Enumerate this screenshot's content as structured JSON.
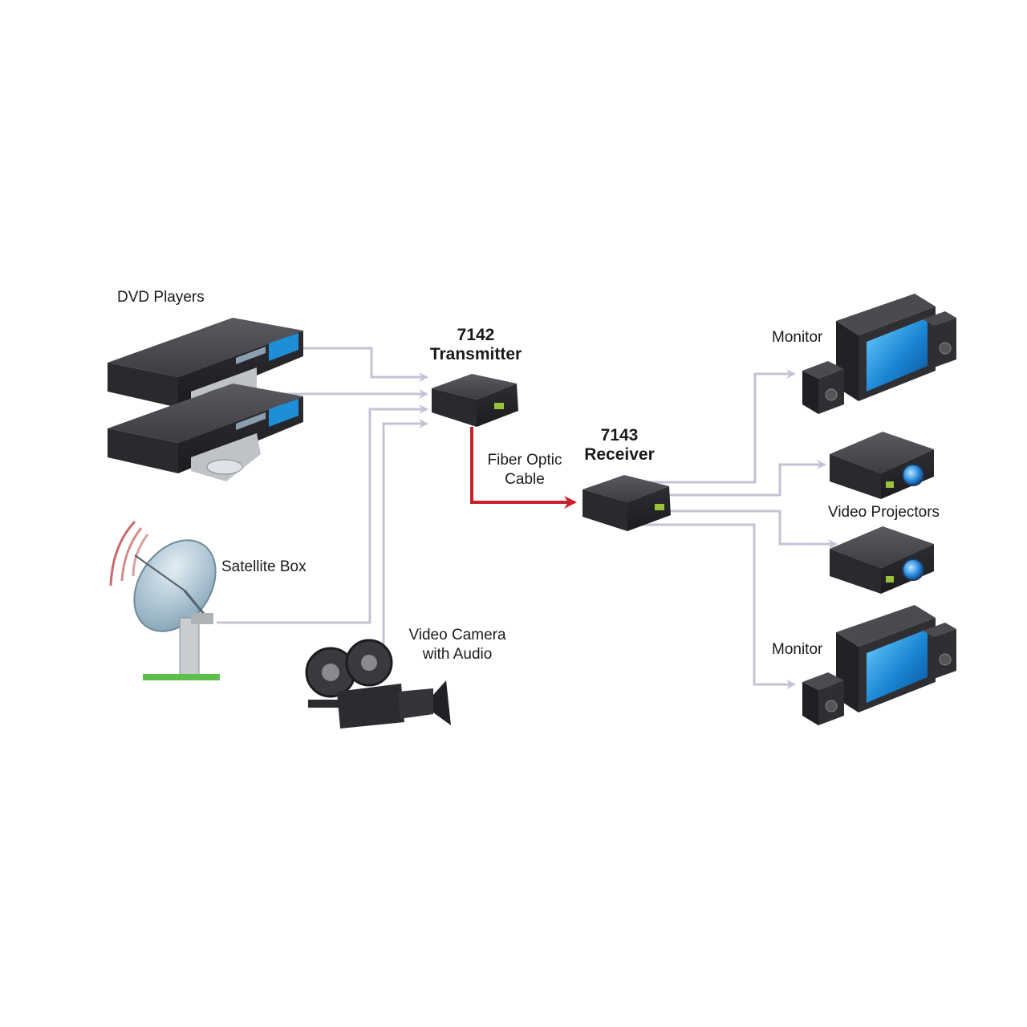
{
  "labels": {
    "dvd_players": "DVD Players",
    "satellite_box": "Satellite Box",
    "video_camera_line1": "Video Camera",
    "video_camera_line2": "with Audio",
    "transmitter_line1": "7142",
    "transmitter_line2": "Transmitter",
    "fiber_line1": "Fiber Optic",
    "fiber_line2": "Cable",
    "receiver_line1": "7143",
    "receiver_line2": "Receiver",
    "monitor_top": "Monitor",
    "video_projectors": "Video Projectors",
    "monitor_bottom": "Monitor"
  },
  "colors": {
    "connector": "#c3c3d7",
    "fiber": "#c8202a",
    "device_body": "#3a3a3e",
    "screen": "#1e8fd6",
    "lens": "#3aa0e8",
    "dish": "#a9c4d4",
    "grass": "#5cbf4a"
  },
  "icons": [
    "dvd-player-icon",
    "satellite-dish-icon",
    "video-camera-icon",
    "transmitter-icon",
    "receiver-icon",
    "monitor-icon",
    "projector-icon"
  ]
}
